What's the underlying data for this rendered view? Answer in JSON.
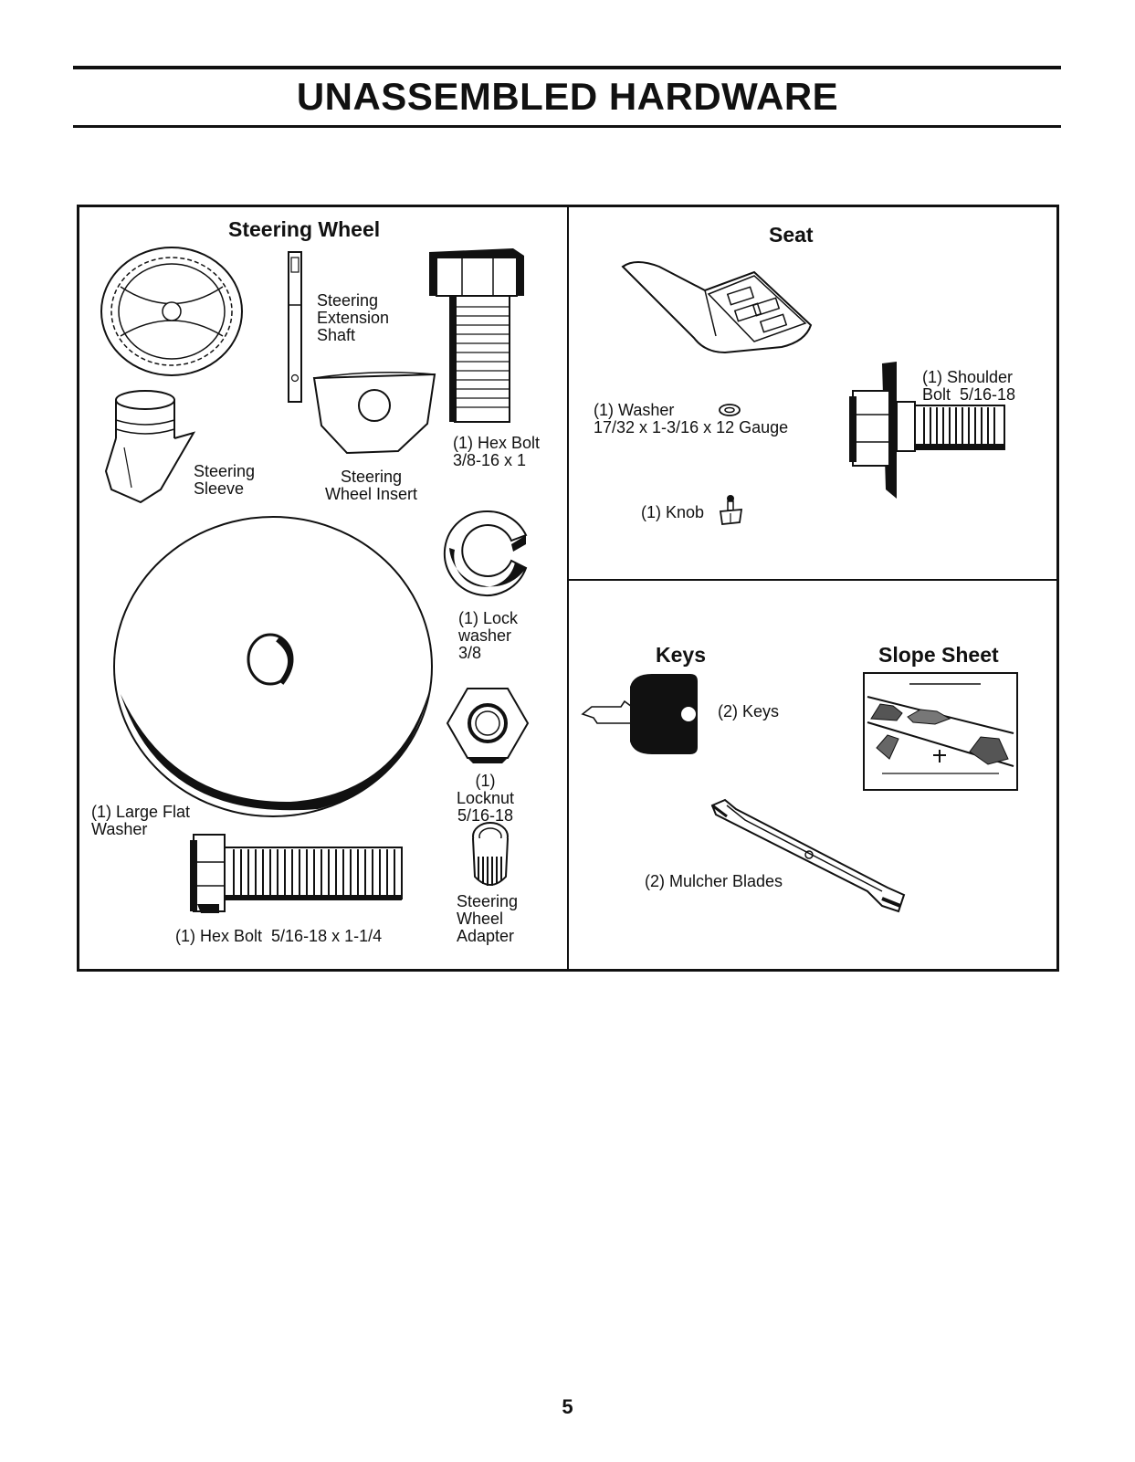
{
  "page": {
    "title": "UNASSEMBLED HARDWARE",
    "page_number": "5"
  },
  "steering_wheel": {
    "heading": "Steering Wheel",
    "extension_shaft": "Steering\nExtension\nShaft",
    "hex_bolt_large": "(1) Hex Bolt\n3/8-16 x 1",
    "sleeve": "Steering\nSleeve",
    "wheel_insert": "Steering\nWheel Insert",
    "lock_washer": "(1) Lock\nwasher\n3/8",
    "locknut": "(1)\nLocknut\n5/16-18",
    "large_flat_washer": "(1) Large Flat\nWasher",
    "hex_bolt_small": "(1) Hex Bolt  5/16-18 x 1-1/4",
    "wheel_adapter": "Steering\nWheel\nAdapter"
  },
  "seat": {
    "heading": "Seat",
    "washer": "(1) Washer\n17/32 x 1-3/16 x 12 Gauge",
    "shoulder_bolt": "(1) Shoulder\nBolt  5/16-18",
    "knob": "(1) Knob"
  },
  "keys": {
    "heading": "Keys",
    "keys_label": "(2) Keys",
    "mulcher_blades": "(2) Mulcher Blades"
  },
  "slope_sheet": {
    "heading": "Slope Sheet"
  }
}
